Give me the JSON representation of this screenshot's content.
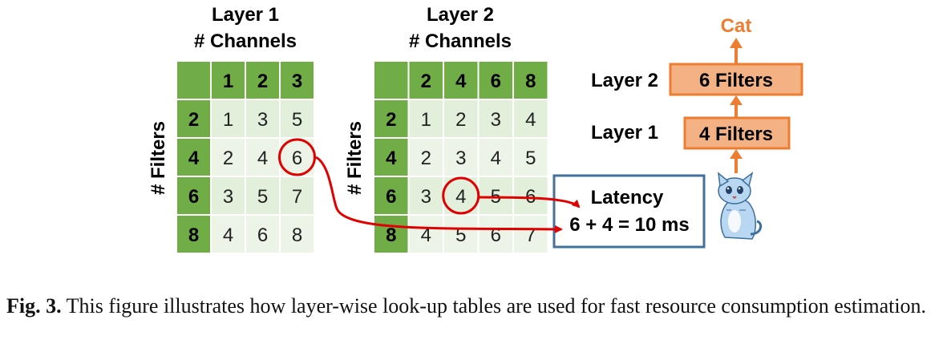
{
  "tables": [
    {
      "title": [
        "Layer 1",
        "# Channels"
      ],
      "row_axis_label": "# Filters",
      "col_headers": [
        "1",
        "2",
        "3"
      ],
      "row_headers": [
        "2",
        "4",
        "6",
        "8"
      ],
      "cells": [
        [
          "1",
          "3",
          "5"
        ],
        [
          "2",
          "4",
          "6"
        ],
        [
          "3",
          "5",
          "7"
        ],
        [
          "4",
          "6",
          "8"
        ]
      ],
      "highlight": {
        "row": 1,
        "col": 2
      }
    },
    {
      "title": [
        "Layer 2",
        "# Channels"
      ],
      "row_axis_label": "# Filters",
      "col_headers": [
        "2",
        "4",
        "6",
        "8"
      ],
      "row_headers": [
        "2",
        "4",
        "6",
        "8"
      ],
      "cells": [
        [
          "1",
          "2",
          "3",
          "4"
        ],
        [
          "2",
          "3",
          "4",
          "5"
        ],
        [
          "3",
          "4",
          "5",
          "6"
        ],
        [
          "4",
          "5",
          "6",
          "7"
        ]
      ],
      "highlight": {
        "row": 2,
        "col": 1
      }
    }
  ],
  "network": {
    "output": "Cat",
    "layers": [
      {
        "label": "Layer 2",
        "box": "6 Filters"
      },
      {
        "label": "Layer 1",
        "box": "4 Filters"
      }
    ]
  },
  "latency": {
    "title": "Latency",
    "formula": "6 + 4 = 10 ms"
  },
  "caption": {
    "label": "Fig. 3.",
    "text": "This figure illustrates how layer-wise look-up tables are used for fast resource consumption estimation."
  },
  "colors": {
    "header_green": "#70ad47",
    "cell_light": "#e2efda",
    "cell_lighter": "#ebf4e6",
    "orange_fill": "#f4b183",
    "orange_stroke": "#ed7d31",
    "blue_stroke": "#41719c",
    "red": "#e00000"
  }
}
